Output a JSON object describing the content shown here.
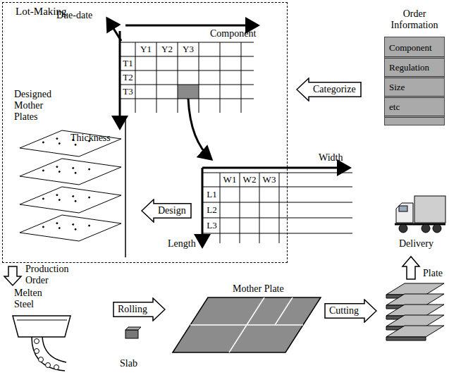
{
  "diagram": {
    "nodes": [
      {
        "text": [
          "Lot-Making"
        ]
      },
      {
        "text": [
          "Categorize"
        ]
      },
      {
        "text": [
          "Design"
        ],
        "in": 0
      },
      {
        "text": [
          "Order Information",
          "Component",
          "Regulation",
          "Size",
          "etc"
        ]
      },
      {
        "text": [
          "Rolling"
        ]
      },
      {
        "text": [
          "Cutting"
        ]
      }
    ],
    "labels": [
      "Due-date",
      "Component",
      "Thickness",
      "Y1",
      "Y2",
      "Y3",
      "T1",
      "T2",
      "T3",
      "Width",
      "Length",
      "W1",
      "W2",
      "W3",
      "L1",
      "L2",
      "L3",
      "Designed Mother Plates",
      "Production Order",
      "Melten Steel",
      "Slab",
      "Mother Plate",
      "Plate",
      "Delivery"
    ]
  }
}
